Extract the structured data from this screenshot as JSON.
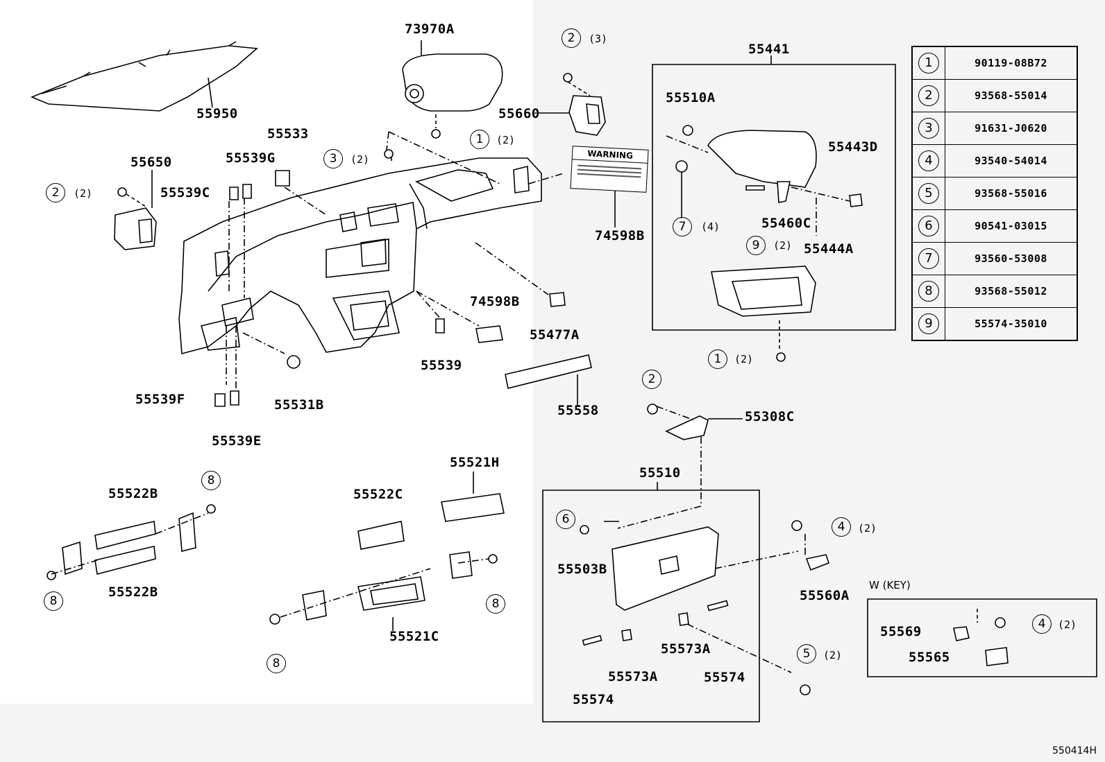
{
  "part_labels": {
    "p73970A": "73970A",
    "p55950": "55950",
    "p55650": "55650",
    "p55533": "55533",
    "p55539G": "55539G",
    "p55539C": "55539C",
    "p55660": "55660",
    "p74598B_a": "74598B",
    "p74598B_b": "74598B",
    "p55477A": "55477A",
    "p55539": "55539",
    "p55531B": "55531B",
    "p55539F": "55539F",
    "p55539E": "55539E",
    "p55558": "55558",
    "p55441": "55441",
    "p55510A": "55510A",
    "p55443D": "55443D",
    "p55460C": "55460C",
    "p55444A": "55444A",
    "p55308C": "55308C",
    "p55510": "55510",
    "p55503B": "55503B",
    "p55560A": "55560A",
    "p55573A_a": "55573A",
    "p55573A_b": "55573A",
    "p55574_a": "55574",
    "p55574_b": "55574",
    "p55521H": "55521H",
    "p55522C": "55522C",
    "p55521C": "55521C",
    "p55522B_a": "55522B",
    "p55522B_b": "55522B",
    "p55569": "55569",
    "p55565": "55565"
  },
  "callouts": [
    {
      "id": "c2a",
      "num": "2",
      "qty": "(3)"
    },
    {
      "id": "c1a",
      "num": "1",
      "qty": "(2)"
    },
    {
      "id": "c3a",
      "num": "3",
      "qty": "(2)"
    },
    {
      "id": "c2b",
      "num": "2",
      "qty": "(2)"
    },
    {
      "id": "c7a",
      "num": "7",
      "qty": "(4)"
    },
    {
      "id": "c9a",
      "num": "9",
      "qty": "(2)"
    },
    {
      "id": "c1b",
      "num": "1",
      "qty": "(2)"
    },
    {
      "id": "c2c",
      "num": "2",
      "qty": ""
    },
    {
      "id": "c6a",
      "num": "6",
      "qty": ""
    },
    {
      "id": "c4a",
      "num": "4",
      "qty": "(2)"
    },
    {
      "id": "c5a",
      "num": "5",
      "qty": "(2)"
    },
    {
      "id": "c4b",
      "num": "4",
      "qty": "(2)"
    },
    {
      "id": "c8a",
      "num": "8",
      "qty": ""
    },
    {
      "id": "c8b",
      "num": "8",
      "qty": ""
    },
    {
      "id": "c8c",
      "num": "8",
      "qty": ""
    },
    {
      "id": "c8d",
      "num": "8",
      "qty": ""
    }
  ],
  "legend": [
    {
      "num": "1",
      "part": "90119-08B72"
    },
    {
      "num": "2",
      "part": "93568-55014"
    },
    {
      "num": "3",
      "part": "91631-J0620"
    },
    {
      "num": "4",
      "part": "93540-54014"
    },
    {
      "num": "5",
      "part": "93568-55016"
    },
    {
      "num": "6",
      "part": "90541-03015"
    },
    {
      "num": "7",
      "part": "93560-53008"
    },
    {
      "num": "8",
      "part": "93568-55012"
    },
    {
      "num": "9",
      "part": "55574-35010"
    }
  ],
  "warning_label": "WARNING",
  "key_box_title": "W (KEY)",
  "diagram_id": "550414H"
}
